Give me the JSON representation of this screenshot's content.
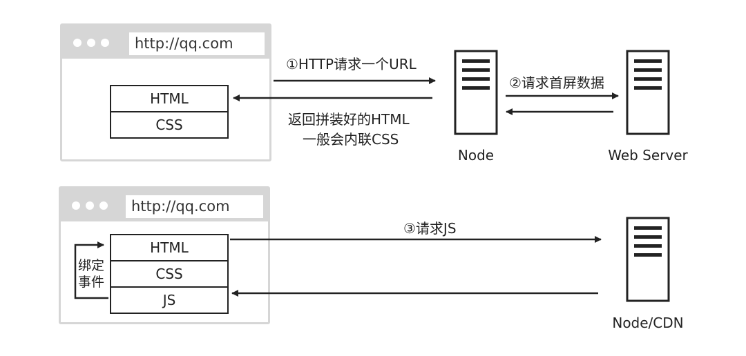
{
  "top": {
    "url": "http://qq.com",
    "boxes": [
      "HTML",
      "CSS"
    ],
    "request_label": "①HTTP请求一个URL",
    "response_line1": "返回拼装好的HTML",
    "response_line2": "一般会内联CSS",
    "node_label": "Node",
    "server_request_label": "②请求首屏数据",
    "web_server_label": "Web Server"
  },
  "bottom": {
    "url": "http://qq.com",
    "boxes": [
      "HTML",
      "CSS",
      "JS"
    ],
    "bind_line1": "绑定",
    "bind_line2": "事件",
    "request_label": "③请求JS",
    "cdn_label": "Node/CDN"
  },
  "colors": {
    "frame": "#d6d6d6",
    "stroke": "#222222"
  }
}
